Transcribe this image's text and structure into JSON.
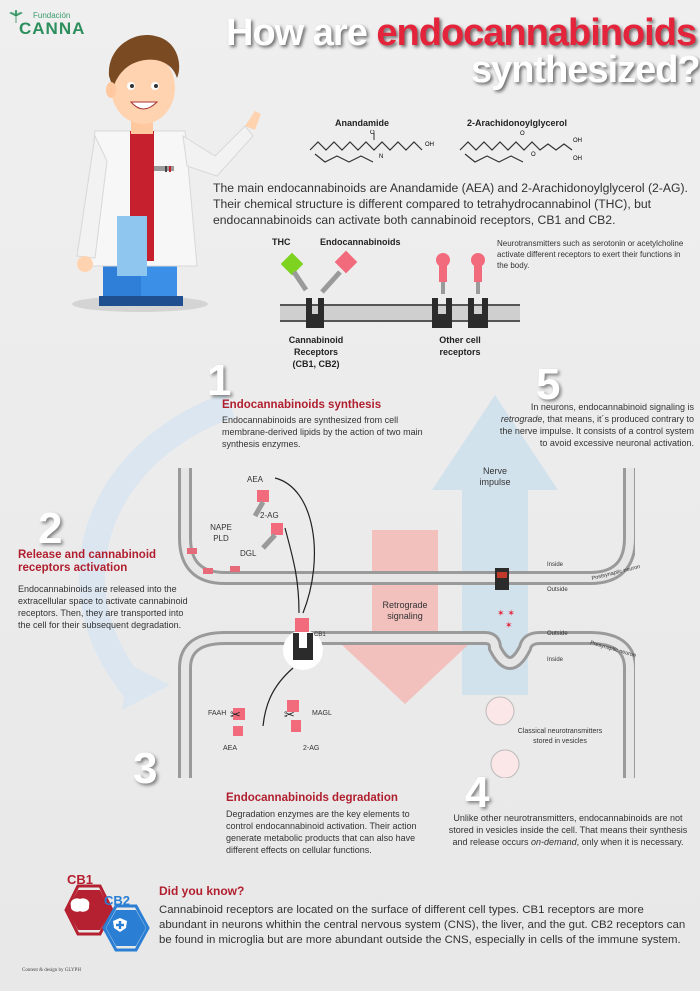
{
  "brand": {
    "line1": "Fundación",
    "line2": "CANNA"
  },
  "title": {
    "part1": "How are ",
    "highlight": "endocannabinoids",
    "part2": "synthesized?"
  },
  "molecules": {
    "aea": "Anandamide",
    "twoag": "2-Arachidonoylglycerol"
  },
  "intro": "The main endocannabinoids are Anandamide (AEA) and 2-Arachidonoylglycerol (2-AG). Their chemical structure is different compared to tetrahydrocannabinol (THC), but endocannabinoids can activate both cannabinoid receptors, CB1 and CB2.",
  "receptors": {
    "thc": "THC",
    "endo": "Endocannabinoids",
    "neuro_note": "Neurotransmitters such as serotonin or acetylcholine activate different receptors to exert their functions in the body.",
    "cb_label": [
      "Cannabinoid",
      "Receptors",
      "(CB1, CB2)"
    ],
    "other_label": [
      "Other cell",
      "receptors"
    ]
  },
  "steps": {
    "s1": {
      "num": "1",
      "title": "Endocannabinoids synthesis",
      "text": "Endocannabinoids are synthesized from cell membrane-derived lipids by the action of two main synthesis enzymes."
    },
    "s2": {
      "num": "2",
      "title": "Release and cannabinoid receptors activation",
      "text": "Endocannabinoids are released into the extracellular space to activate cannabinoid receptors. Then, they are transported into the cell for their subsequent degradation."
    },
    "s3": {
      "num": "3",
      "title": "Endocannabinoids degradation",
      "text": "Degradation enzymes are the key elements to control endocannabinoid activation. Their action generate metabolic products that can also have different effects on cellular functions."
    },
    "s4": {
      "num": "4",
      "text_before": "Unlike other neurotransmitters, endocannabinoids are not stored in vesicles inside the cell. That means their synthesis and release occurs ",
      "text_em": "on-demand",
      "text_after": ", only when it is necessary."
    },
    "s5": {
      "num": "5",
      "text_before": "In neurons, endocannabinoid signaling is ",
      "text_em": "retrograde",
      "text_after": ", that means, it´s produced contrary to the nerve impulse. It consists of a control system to avoid excessive neuronal activation."
    }
  },
  "diagram": {
    "aea": "AEA",
    "twoag": "2-AG",
    "nape": [
      "NAPE",
      "PLD"
    ],
    "dgl": "DGL",
    "cb1": "CB1",
    "faah": "FAAH",
    "magl": "MAGL",
    "aea2": "AEA",
    "twoag2": "2-AG",
    "retro": [
      "Retrograde",
      "signaling"
    ],
    "nerve": [
      "Nerve",
      "impulse"
    ],
    "inside1": "Inside",
    "outside1": "Outside",
    "post": "Postsynaptic neuron",
    "outside2": "Outside",
    "inside2": "Inside",
    "pre": "Presynaptic neuron",
    "vesicles": [
      "Classical neurotransmitters",
      "stored in vesicles"
    ]
  },
  "didyouknow": {
    "title": "Did you know?",
    "cb1": "CB1",
    "cb2": "CB2",
    "text": "Cannabinoid receptors are located on the surface of different cell types. CB1 receptors are more abundant in neurons whithin the central nervous system (CNS), the liver, and the gut. CB2 receptors can be found in microglia but are more abundant outside the CNS, especially in cells of the immune system."
  },
  "credit": "Content & design by GLYPH",
  "colors": {
    "accent": "#e4243b",
    "heading": "#b11f2f",
    "brand": "#2e8f5e",
    "thc": "#7ed321",
    "ligand": "#f26b7d",
    "nerve_arrow": "#cfe1ec",
    "retro_arrow": "#f3b9b5"
  }
}
